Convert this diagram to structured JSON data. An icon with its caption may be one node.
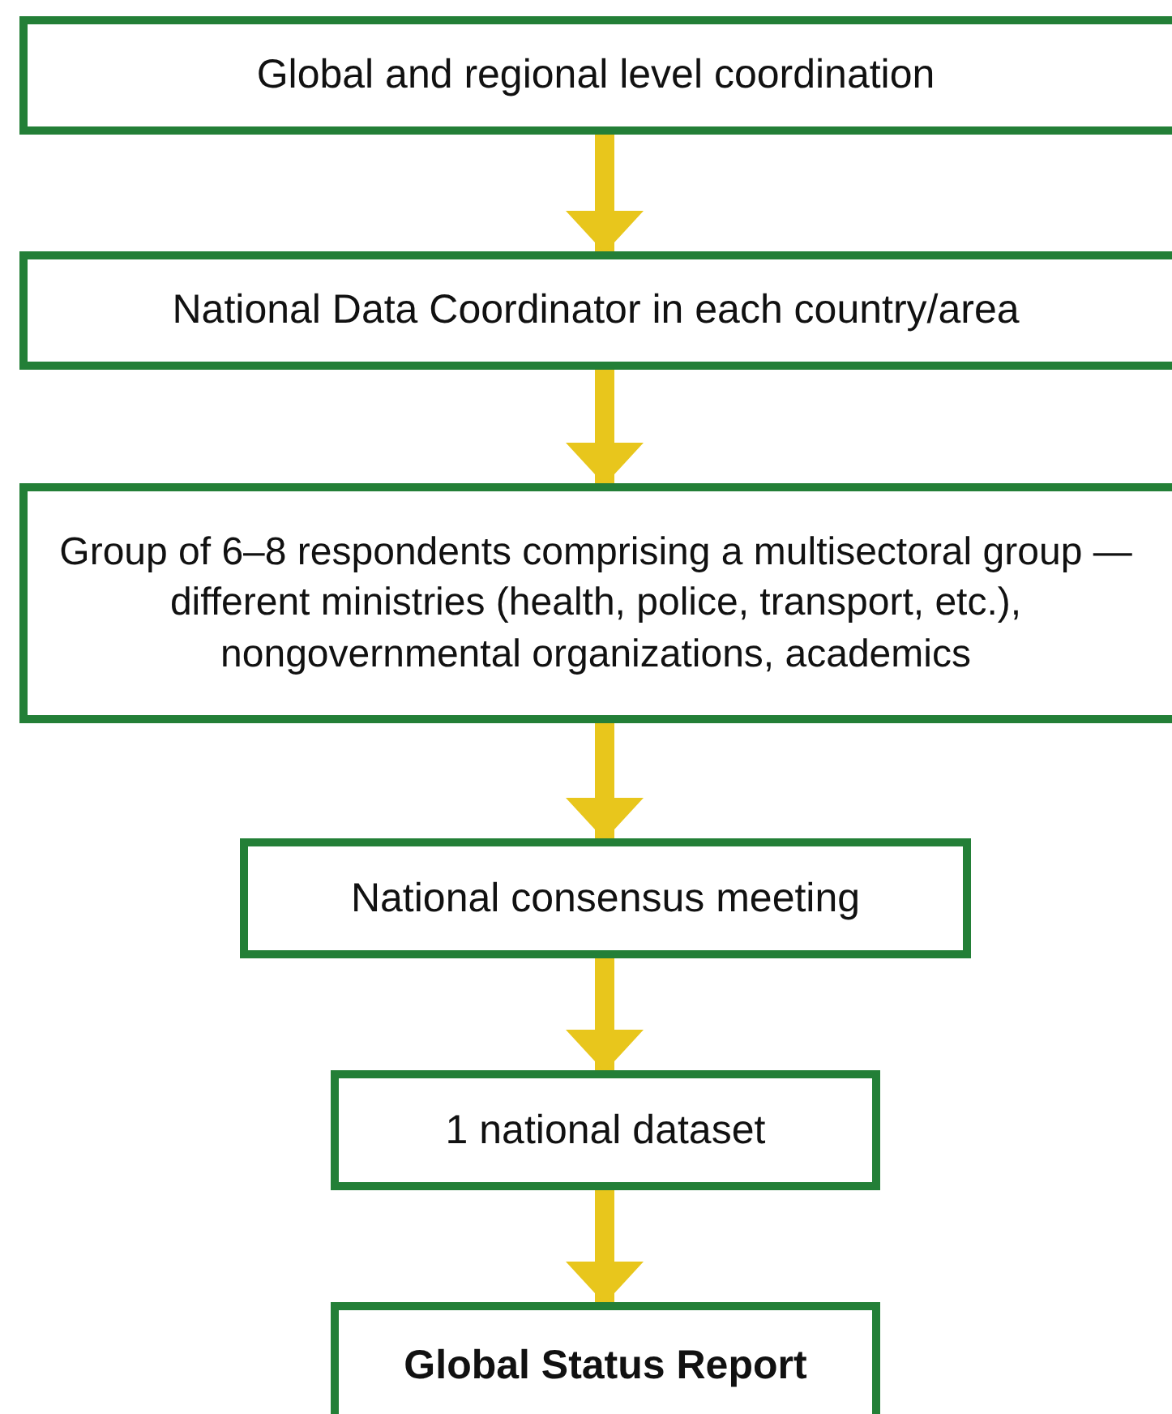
{
  "diagram": {
    "nodes": [
      {
        "text": [
          "Global and regional level coordination"
        ]
      },
      {
        "text": [
          "National Data Coordinator in each country/area"
        ]
      },
      {
        "text": [
          "Group of 6–8 respondents comprising a multisectoral group — different ministries (health, police, transport, etc.), nongovernmental organizations, academics"
        ]
      },
      {
        "text": [
          "National consensus meeting"
        ]
      },
      {
        "text": [
          "1 national dataset"
        ]
      },
      {
        "text": [
          "Global Status Report"
        ]
      }
    ],
    "edges": [
      {
        "from": 0,
        "to": 1,
        "arrow": "to"
      },
      {
        "from": 1,
        "to": 2,
        "arrow": "to"
      },
      {
        "from": 2,
        "to": 3,
        "arrow": "to"
      },
      {
        "from": 3,
        "to": 4,
        "arrow": "to"
      },
      {
        "from": 4,
        "to": 5,
        "arrow": "to"
      }
    ]
  }
}
